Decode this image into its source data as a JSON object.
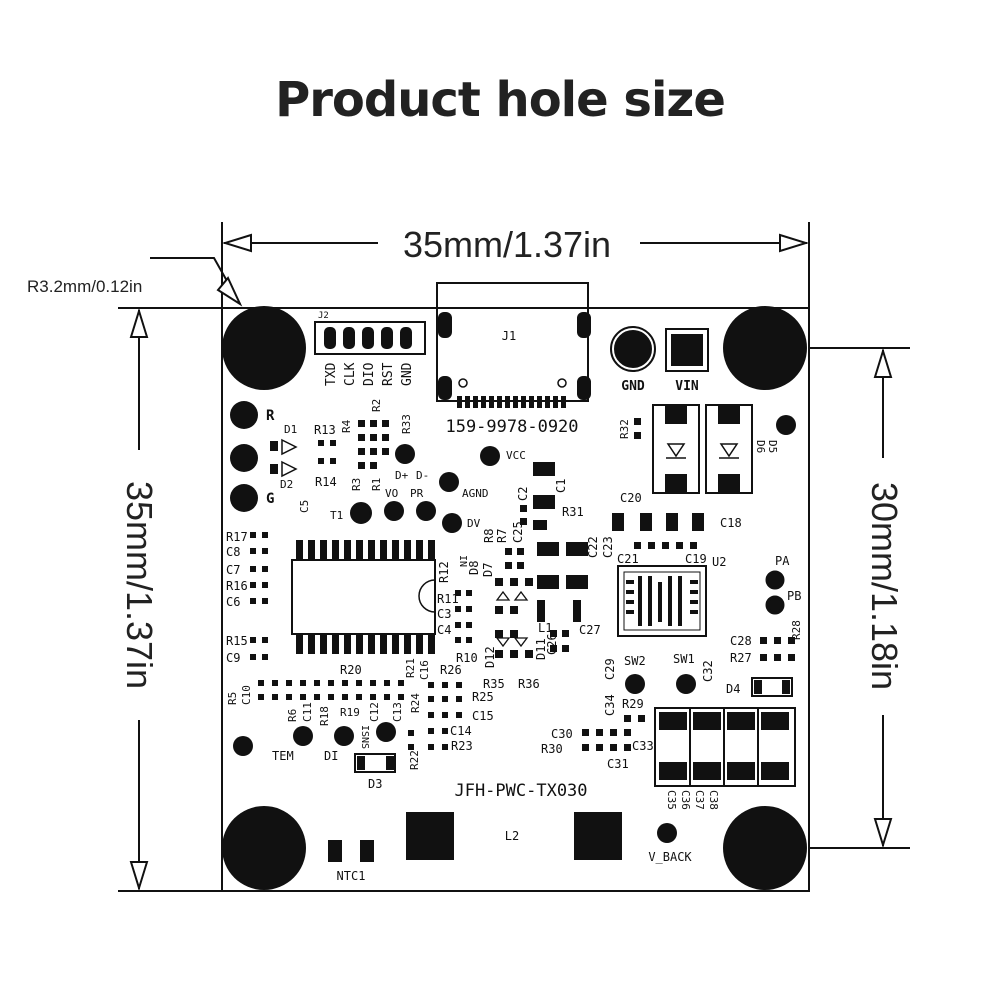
{
  "title": "Product hole size",
  "dimensions": {
    "width": "35mm/1.37in",
    "height": "35mm/1.37in",
    "hole_spacing": "30mm/1.18in",
    "corner_radius": "R3.2mm/0.12in"
  },
  "board": {
    "model": "JFH-PWC-TX030",
    "usb_part": "159-9978-0920",
    "j1": "J1",
    "j2": "J2",
    "j2_pins": [
      "TXD",
      "CLK",
      "DIO",
      "RST",
      "GND"
    ],
    "gnd": "GND",
    "vin": "VIN",
    "r": "R",
    "g": "G",
    "vcc": "VCC",
    "agnd": "AGND",
    "dplus": "D+",
    "dminus": "D-",
    "vo": "VO",
    "pr": "PR",
    "dv": "DV",
    "in": "IN",
    "tem": "TEM",
    "di": "DI",
    "isns": "ISNS",
    "sw1": "SW1",
    "sw2": "SW2",
    "pa": "PA",
    "pb": "PB",
    "u2": "U2",
    "l1": "L1",
    "l2": "L2",
    "ntc1": "NTC1",
    "v_back": "V_BACK",
    "d1": "D1",
    "d2": "D2",
    "d3": "D3",
    "d4": "D4",
    "d5": "D5",
    "d6": "D6",
    "d7": "D7",
    "d8": "D8",
    "d11": "D11",
    "d12": "D12",
    "t1": "T1",
    "refs": {
      "r1": "R1",
      "r2": "R2",
      "r3": "R3",
      "r4": "R4",
      "r5": "R5",
      "r6": "R6",
      "r7": "R7",
      "r8": "R8",
      "r10": "R10",
      "r11": "R11",
      "r12": "R12",
      "r13": "R13",
      "r14": "R14",
      "r15": "R15",
      "r16": "R16",
      "r17": "R17",
      "r18": "R18",
      "r19": "R19",
      "r20": "R20",
      "r21": "R21",
      "r22": "R22",
      "r23": "R23",
      "r24": "R24",
      "r25": "R25",
      "r26": "R26",
      "r27": "R27",
      "r28": "R28",
      "r29": "R29",
      "r30": "R30",
      "r31": "R31",
      "r32": "R32",
      "r33": "R33",
      "r35": "R35",
      "r36": "R36",
      "c1": "C1",
      "c2": "C2",
      "c3": "C3",
      "c4": "C4",
      "c5": "C5",
      "c6": "C6",
      "c7": "C7",
      "c8": "C8",
      "c9": "C9",
      "c10": "C10",
      "c11": "C11",
      "c12": "C12",
      "c13": "C13",
      "c14": "C14",
      "c15": "C15",
      "c16": "C16",
      "c18": "C18",
      "c19": "C19",
      "c20": "C20",
      "c21": "C21",
      "c22": "C22",
      "c23": "C23",
      "c25": "C25",
      "c26": "C26",
      "c27": "C27",
      "c28": "C28",
      "c29": "C29",
      "c30": "C30",
      "c31": "C31",
      "c32": "C32",
      "c33": "C33",
      "c34": "C34",
      "c35": "C35",
      "c36": "C36",
      "c37": "C37",
      "c38": "C38"
    }
  }
}
